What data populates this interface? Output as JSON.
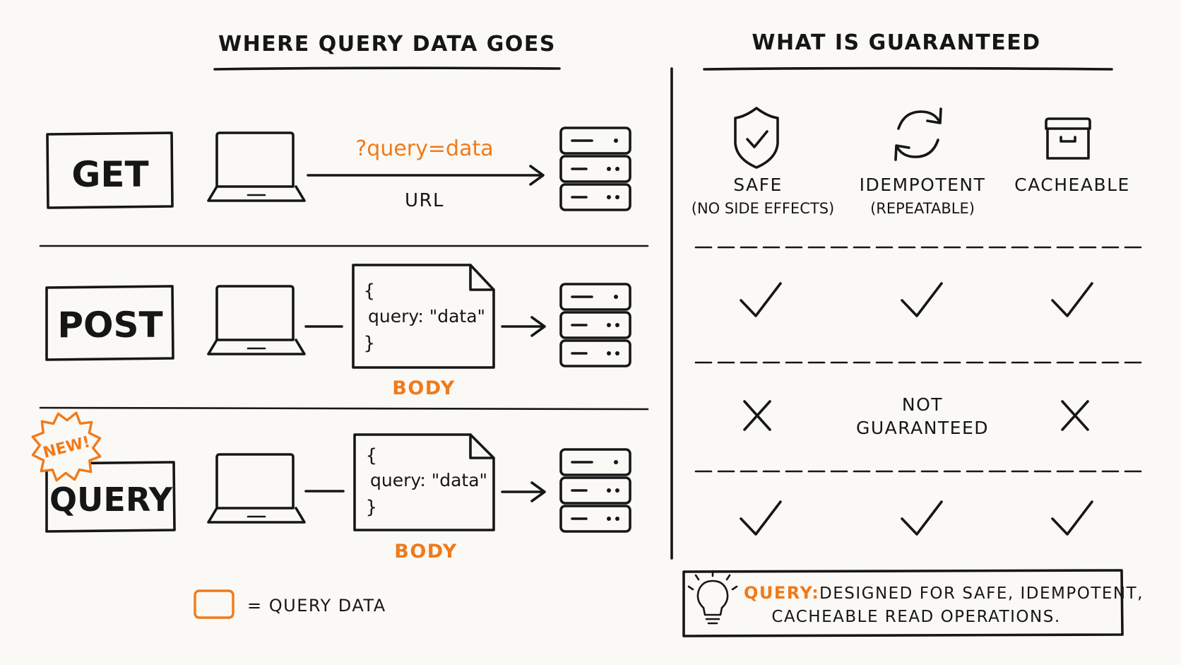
{
  "left": {
    "title": "WHERE QUERY DATA GOES",
    "rows": [
      {
        "method": "GET",
        "query_string": "?query=data",
        "transport_label": "URL"
      },
      {
        "method": "POST",
        "body_open": "{",
        "body_line": "query: \"data\"",
        "body_close": "}",
        "transport_label": "BODY"
      },
      {
        "method": "QUERY",
        "badge": "NEW!",
        "body_open": "{",
        "body_line": "query: \"data\"",
        "body_close": "}",
        "transport_label": "BODY"
      }
    ],
    "legend_label": "= QUERY DATA"
  },
  "right": {
    "title": "WHAT IS GUARANTEED",
    "columns": [
      {
        "icon": "shield-check-icon",
        "label": "SAFE",
        "sublabel": "(NO SIDE EFFECTS)"
      },
      {
        "icon": "refresh-arrows-icon",
        "label": "IDEMPOTENT",
        "sublabel": "(REPEATABLE)"
      },
      {
        "icon": "archive-box-icon",
        "label": "CACHEABLE",
        "sublabel": ""
      }
    ],
    "rows": [
      {
        "method": "GET",
        "safe": "yes",
        "idempotent": "yes",
        "cacheable": "yes"
      },
      {
        "method": "POST",
        "safe": "no",
        "idempotent_line1": "NOT",
        "idempotent_line2": "GUARANTEED",
        "cacheable": "no"
      },
      {
        "method": "QUERY",
        "safe": "yes",
        "idempotent": "yes",
        "cacheable": "yes"
      }
    ],
    "note_keyword": "QUERY:",
    "note_line1": "DESIGNED FOR SAFE, IDEMPOTENT,",
    "note_line2": "CACHEABLE READ OPERATIONS."
  },
  "colors": {
    "ink": "#161616",
    "accent": "#f07a1a",
    "background": "#fbf9f5"
  }
}
